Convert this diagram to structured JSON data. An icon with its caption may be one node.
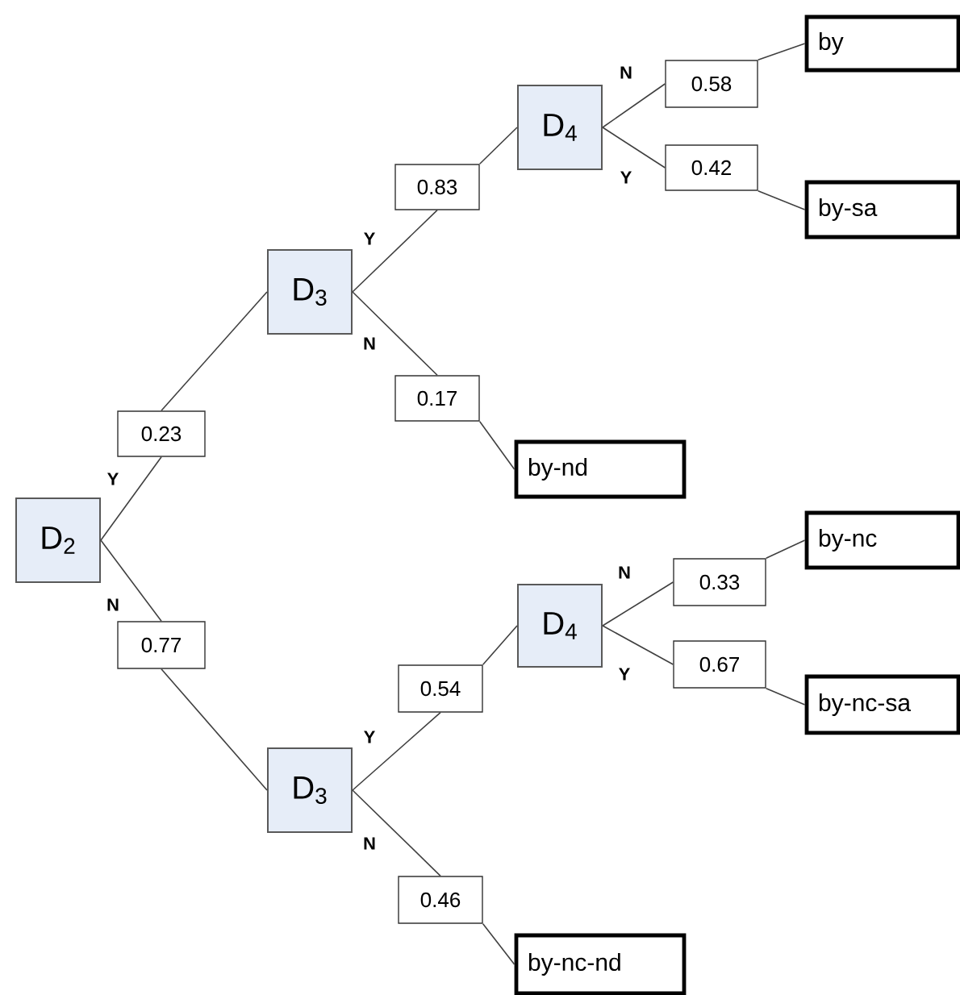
{
  "diagram": {
    "nodes": [
      {
        "text": [
          "D$_{2}$"
        ]
      },
      {
        "text": [
          "0.23"
        ]
      },
      {
        "text": [
          "D$_{3}$"
        ]
      },
      {
        "text": [
          "0.83"
        ]
      },
      {
        "text": [
          "D$_{4}$"
        ]
      },
      {
        "text": [
          "0.58"
        ]
      },
      {
        "text": [
          "by"
        ]
      },
      {
        "text": [
          "0.42"
        ]
      },
      {
        "text": [
          "by-sa"
        ]
      },
      {
        "text": [
          "0.17"
        ]
      },
      {
        "text": [
          "by-nd"
        ]
      },
      {
        "text": [
          "0.77"
        ]
      },
      {
        "text": [
          "D$_{3}$"
        ]
      },
      {
        "text": [
          "0.54"
        ]
      },
      {
        "text": [
          "D$_{4}$"
        ]
      },
      {
        "text": [
          "0.33"
        ]
      },
      {
        "text": [
          "by-nc"
        ]
      },
      {
        "text": [
          "0.67"
        ]
      },
      {
        "text": [
          "by-nc-sa"
        ]
      },
      {
        "text": [
          "0.46"
        ]
      },
      {
        "text": [
          "by-nc-nd"
        ]
      }
    ],
    "edges": [
      {
        "from": 0,
        "to": 1,
        "arrow": "none",
        "label": "Y"
      },
      {
        "from": 1,
        "to": 2,
        "arrow": "none"
      },
      {
        "from": 2,
        "to": 3,
        "arrow": "none",
        "label": "Y"
      },
      {
        "from": 3,
        "to": 4,
        "arrow": "none"
      },
      {
        "from": 4,
        "to": 5,
        "arrow": "none",
        "label": "N"
      },
      {
        "from": 5,
        "to": 6,
        "arrow": "none"
      },
      {
        "from": 4,
        "to": 7,
        "arrow": "none",
        "label": "Y"
      },
      {
        "from": 7,
        "to": 8,
        "arrow": "none"
      },
      {
        "from": 2,
        "to": 9,
        "arrow": "none",
        "label": "N"
      },
      {
        "from": 9,
        "to": 10,
        "arrow": "none"
      },
      {
        "from": 0,
        "to": 11,
        "arrow": "none",
        "label": "N"
      },
      {
        "from": 11,
        "to": 12,
        "arrow": "none"
      },
      {
        "from": 12,
        "to": 13,
        "arrow": "none",
        "label": "Y"
      },
      {
        "from": 13,
        "to": 14,
        "arrow": "none"
      },
      {
        "from": 14,
        "to": 15,
        "arrow": "none",
        "label": "N"
      },
      {
        "from": 15,
        "to": 16,
        "arrow": "none"
      },
      {
        "from": 14,
        "to": 17,
        "arrow": "none",
        "label": "Y"
      },
      {
        "from": 17,
        "to": 18,
        "arrow": "none"
      },
      {
        "from": 12,
        "to": 19,
        "arrow": "none",
        "label": "N"
      },
      {
        "from": 19,
        "to": 20,
        "arrow": "none"
      }
    ]
  }
}
